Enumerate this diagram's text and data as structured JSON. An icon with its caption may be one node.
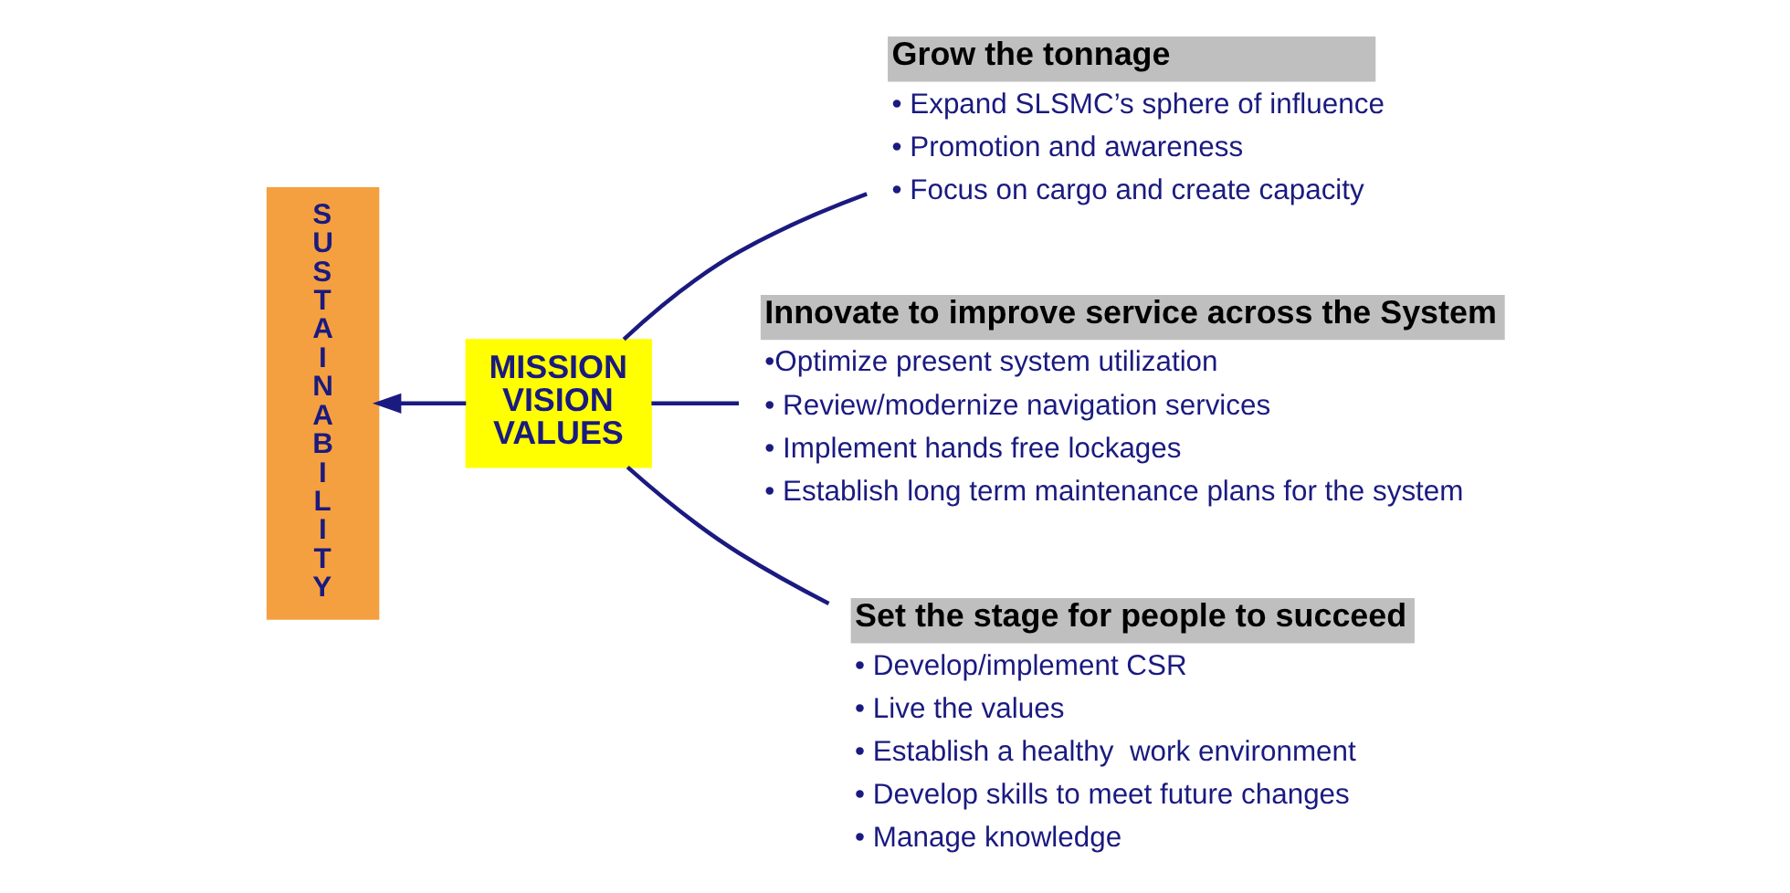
{
  "diagram": {
    "nodes": [
      {
        "text": [
          "SUSTAINABILITY"
        ]
      },
      {
        "text": [
          "MISSION VISION VALUES"
        ]
      },
      {
        "text": [
          "Grow the tonnage"
        ],
        "beside": [
          "• Expand SLSMC’s sphere of influence",
          "• Promotion and awareness",
          "• Focus on cargo and create capacity"
        ]
      },
      {
        "text": [
          "Innovate to improve service across the System"
        ],
        "beside": [
          "•Optimize present system utilization",
          "• Review/modernize navigation services",
          "• Implement hands free lockages",
          "• Establish long term maintenance plans for the system"
        ]
      },
      {
        "text": [
          "Set the stage for people to succeed"
        ],
        "beside": [
          "• Develop/implement CSR",
          "• Live the values",
          "• Establish a healthy  work environment",
          "• Develop skills to meet future changes",
          "• Manage knowledge"
        ]
      }
    ],
    "edges": [
      {
        "from": 1,
        "to": 0,
        "arrow": "to"
      },
      {
        "from": 2,
        "to": 1,
        "arrow": "none"
      },
      {
        "from": 3,
        "to": 1,
        "arrow": "none"
      },
      {
        "from": 4,
        "to": 1,
        "arrow": "none"
      }
    ]
  }
}
